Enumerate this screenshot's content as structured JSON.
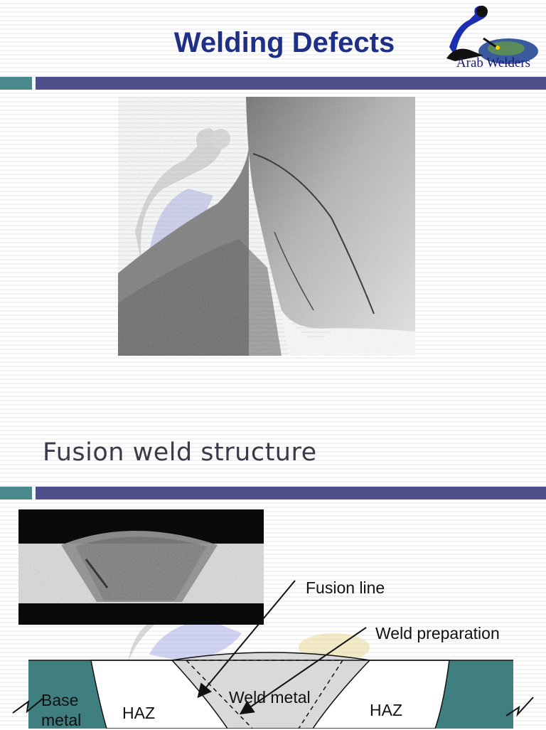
{
  "slide1": {
    "title": "Welding Defects"
  },
  "logo": {
    "icon": "welder-icon",
    "text": "Arab Welders"
  },
  "slide2": {
    "heading": "Fusion weld structure",
    "callouts": {
      "fusion_line": "Fusion line",
      "weld_preparation": "Weld preparation"
    },
    "diagram": {
      "base_metal": "Base metal",
      "haz_left": "HAZ",
      "weld_metal": "Weld metal",
      "haz_right": "HAZ"
    }
  },
  "colors": {
    "title": "#1f2f86",
    "bar_accent": "#4a8a8f",
    "bar_main": "#4e4f8b",
    "base_metal": "#3f7f80",
    "weld_metal": "#d9d9d9"
  }
}
